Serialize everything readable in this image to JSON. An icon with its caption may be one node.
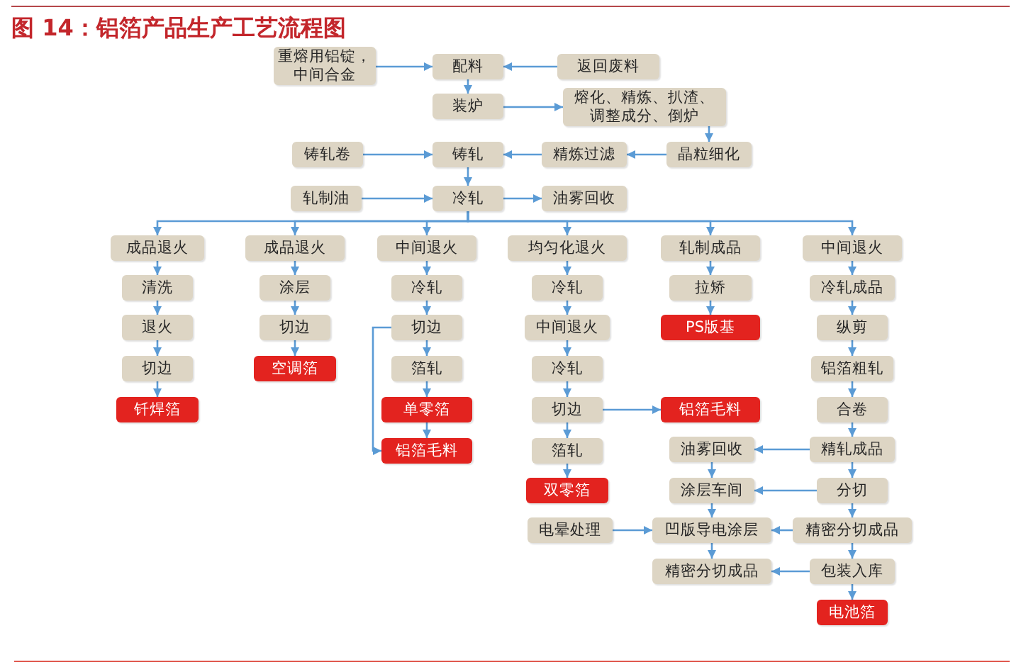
{
  "diagram": {
    "title": "图 14：铝箔产品生产工艺流程图",
    "nodes": [
      {
        "text": [
          "重熔用铝锭，中间合金"
        ]
      },
      {
        "text": [
          "配料"
        ]
      },
      {
        "text": [
          "返回废料"
        ]
      },
      {
        "text": [
          "装炉"
        ]
      },
      {
        "text": [
          "熔化、精炼、扒渣、调整成分、倒炉"
        ]
      },
      {
        "text": [
          "铸轧卷"
        ]
      },
      {
        "text": [
          "铸轧"
        ]
      },
      {
        "text": [
          "精炼过滤"
        ]
      },
      {
        "text": [
          "晶粒细化"
        ]
      },
      {
        "text": [
          "轧制油"
        ]
      },
      {
        "text": [
          "冷轧"
        ]
      },
      {
        "text": [
          "油雾回收"
        ]
      },
      {
        "text": [
          "成品退火"
        ]
      },
      {
        "text": [
          "清洗"
        ]
      },
      {
        "text": [
          "退火"
        ]
      },
      {
        "text": [
          "切边"
        ]
      },
      {
        "text": [
          "钎焊箔"
        ]
      },
      {
        "text": [
          "成品退火"
        ]
      },
      {
        "text": [
          "涂层"
        ]
      },
      {
        "text": [
          "切边"
        ]
      },
      {
        "text": [
          "空调箔"
        ]
      },
      {
        "text": [
          "中间退火"
        ]
      },
      {
        "text": [
          "冷轧"
        ]
      },
      {
        "text": [
          "切边"
        ]
      },
      {
        "text": [
          "箔轧"
        ]
      },
      {
        "text": [
          "单零箔"
        ]
      },
      {
        "text": [
          "铝箔毛料"
        ]
      },
      {
        "text": [
          "均匀化退火"
        ]
      },
      {
        "text": [
          "冷轧"
        ]
      },
      {
        "text": [
          "中间退火"
        ]
      },
      {
        "text": [
          "冷轧"
        ]
      },
      {
        "text": [
          "切边"
        ]
      },
      {
        "text": [
          "箔轧"
        ]
      },
      {
        "text": [
          "双零箔"
        ]
      },
      {
        "text": [
          "轧制成品"
        ]
      },
      {
        "text": [
          "拉矫"
        ]
      },
      {
        "text": [
          "PS版基"
        ]
      },
      {
        "text": [
          "铝箔毛料"
        ]
      },
      {
        "text": [
          "中间退火"
        ]
      },
      {
        "text": [
          "冷轧成品"
        ]
      },
      {
        "text": [
          "纵剪"
        ]
      },
      {
        "text": [
          "铝箔粗轧"
        ]
      },
      {
        "text": [
          "合卷"
        ]
      },
      {
        "text": [
          "油雾回收"
        ]
      },
      {
        "text": [
          "精轧成品"
        ]
      },
      {
        "text": [
          "涂层车间"
        ]
      },
      {
        "text": [
          "分切"
        ]
      },
      {
        "text": [
          "电晕处理"
        ]
      },
      {
        "text": [
          "凹版导电涂层"
        ]
      },
      {
        "text": [
          "精密分切成品"
        ]
      },
      {
        "text": [
          "精密分切成品"
        ]
      },
      {
        "text": [
          "包装入库"
        ]
      },
      {
        "text": [
          "电池箔"
        ]
      }
    ],
    "edges": [
      {
        "from": 0,
        "to": 1,
        "arrow": "to"
      },
      {
        "from": 2,
        "to": 1,
        "arrow": "to"
      },
      {
        "from": 1,
        "to": 3,
        "arrow": "to"
      },
      {
        "from": 3,
        "to": 4,
        "arrow": "to"
      },
      {
        "from": 4,
        "to": 8,
        "arrow": "to"
      },
      {
        "from": 8,
        "to": 7,
        "arrow": "to"
      },
      {
        "from": 7,
        "to": 6,
        "arrow": "to"
      },
      {
        "from": 5,
        "to": 6,
        "arrow": "to"
      },
      {
        "from": 6,
        "to": 10,
        "arrow": "to"
      },
      {
        "from": 9,
        "to": 10,
        "arrow": "to"
      },
      {
        "from": 10,
        "to": 11,
        "arrow": "to"
      },
      {
        "from": 10,
        "to": 12,
        "arrow": "to"
      },
      {
        "from": 10,
        "to": 17,
        "arrow": "to"
      },
      {
        "from": 10,
        "to": 21,
        "arrow": "to"
      },
      {
        "from": 10,
        "to": 27,
        "arrow": "to"
      },
      {
        "from": 10,
        "to": 34,
        "arrow": "to"
      },
      {
        "from": 10,
        "to": 38,
        "arrow": "to"
      },
      {
        "from": 12,
        "to": 13,
        "arrow": "to"
      },
      {
        "from": 13,
        "to": 14,
        "arrow": "to"
      },
      {
        "from": 14,
        "to": 15,
        "arrow": "to"
      },
      {
        "from": 15,
        "to": 16,
        "arrow": "to"
      },
      {
        "from": 17,
        "to": 18,
        "arrow": "to"
      },
      {
        "from": 18,
        "to": 19,
        "arrow": "to"
      },
      {
        "from": 19,
        "to": 20,
        "arrow": "to"
      },
      {
        "from": 21,
        "to": 22,
        "arrow": "to"
      },
      {
        "from": 22,
        "to": 23,
        "arrow": "to"
      },
      {
        "from": 23,
        "to": 24,
        "arrow": "to"
      },
      {
        "from": 24,
        "to": 25,
        "arrow": "to"
      },
      {
        "from": 25,
        "to": 26,
        "arrow": "to"
      },
      {
        "from": 23,
        "to": 26,
        "arrow": "to"
      },
      {
        "from": 27,
        "to": 28,
        "arrow": "to"
      },
      {
        "from": 28,
        "to": 29,
        "arrow": "to"
      },
      {
        "from": 29,
        "to": 30,
        "arrow": "to"
      },
      {
        "from": 30,
        "to": 31,
        "arrow": "to"
      },
      {
        "from": 31,
        "to": 32,
        "arrow": "to"
      },
      {
        "from": 32,
        "to": 33,
        "arrow": "to"
      },
      {
        "from": 31,
        "to": 37,
        "arrow": "to"
      },
      {
        "from": 34,
        "to": 35,
        "arrow": "to"
      },
      {
        "from": 35,
        "to": 36,
        "arrow": "to"
      },
      {
        "from": 38,
        "to": 39,
        "arrow": "to"
      },
      {
        "from": 39,
        "to": 40,
        "arrow": "to"
      },
      {
        "from": 40,
        "to": 41,
        "arrow": "to"
      },
      {
        "from": 41,
        "to": 42,
        "arrow": "to"
      },
      {
        "from": 42,
        "to": 44,
        "arrow": "to"
      },
      {
        "from": 44,
        "to": 43,
        "arrow": "to"
      },
      {
        "from": 43,
        "to": 45,
        "arrow": "to"
      },
      {
        "from": 44,
        "to": 46,
        "arrow": "to"
      },
      {
        "from": 46,
        "to": 45,
        "arrow": "to"
      },
      {
        "from": 45,
        "to": 48,
        "arrow": "to"
      },
      {
        "from": 47,
        "to": 48,
        "arrow": "to"
      },
      {
        "from": 46,
        "to": 49,
        "arrow": "to"
      },
      {
        "from": 49,
        "to": 48,
        "arrow": "to"
      },
      {
        "from": 48,
        "to": 50,
        "arrow": "to"
      },
      {
        "from": 49,
        "to": 51,
        "arrow": "to"
      },
      {
        "from": 51,
        "to": 50,
        "arrow": "to"
      },
      {
        "from": 51,
        "to": 52,
        "arrow": "to"
      }
    ]
  }
}
